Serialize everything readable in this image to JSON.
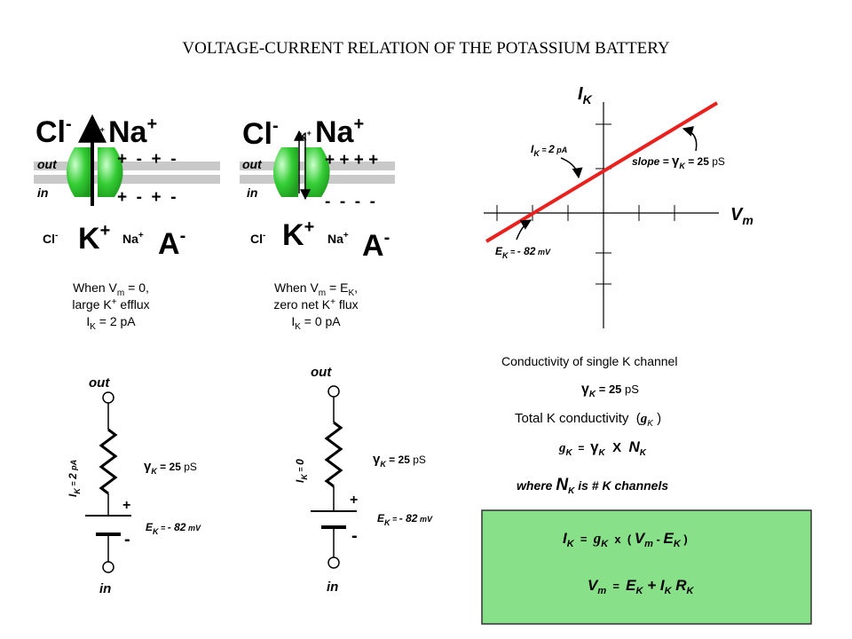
{
  "title": "VOLTAGE-CURRENT RELATION OF THE POTASSIUM BATTERY",
  "colors": {
    "membrane": "#c9c9c9",
    "channel_green": "#33cc33",
    "channel_highlight": "#ccffcc",
    "red_line": "#e8211f",
    "box_fill": "#88e088",
    "box_border": "#333333",
    "out_in_text": "#333333"
  },
  "ions": {
    "cl": "Cl",
    "na": "Na",
    "k": "K",
    "a": "A",
    "minus": "-",
    "plus": "+"
  },
  "membrane_labels": {
    "out": "out",
    "in": "in"
  },
  "panel_left": {
    "charges_top": "+  -  +  -",
    "charges_bottom": "+  -  +  -",
    "caption": {
      "l1_a": "When V",
      "l1_sub": "m",
      "l1_b": " = 0,",
      "l2_a": "large K",
      "l2_sup": "+",
      "l2_b": " efflux",
      "l3_a": "I",
      "l3_sub": "K",
      "l3_b": " = 2 pA"
    }
  },
  "panel_right": {
    "charges_top": "+ + + +",
    "charges_bottom": "-  -  -  -",
    "caption": {
      "l1_a": "When V",
      "l1_sub": "m",
      "l1_b": " = E",
      "l1_sub2": "K",
      "l1_c": ",",
      "l2_a": "zero net K",
      "l2_sup": "+",
      "l2_b": " flux",
      "l3_a": "I",
      "l3_sub": "K",
      "l3_b": " = 0 pA"
    }
  },
  "graph": {
    "y_label_main": "I",
    "y_label_sub": "K",
    "x_label_main": "V",
    "x_label_sub": "m",
    "current_main": "I",
    "current_sub": "K",
    "current_eq": " = ",
    "current_val": "2",
    "current_unit": " pA",
    "slope_text": "slope = ",
    "slope_gamma": "γ",
    "slope_sub": "K",
    "slope_val": " = 25 ",
    "slope_unit": "pS",
    "ek_main": "E",
    "ek_sub": "K",
    "ek_eq": " = ",
    "ek_val": "- 82",
    "ek_unit": " mV"
  },
  "circuit_left": {
    "out": "out",
    "in": "in",
    "current_main": "I",
    "current_sub": "K",
    "current_eq": " = ",
    "current_val": "2 ",
    "current_unit": "pA",
    "gamma": "γ",
    "gamma_sub": "K",
    "gamma_val": " = 25 ",
    "gamma_unit": "pS",
    "ek_main": "E",
    "ek_sub": "K",
    "ek_eq": " = ",
    "ek_val": "- 82",
    "ek_unit": " mV",
    "plus": "+",
    "minus": "-"
  },
  "circuit_right": {
    "out": "out",
    "in": "in",
    "current_main": "I",
    "current_sub": "K",
    "current_eq": " = ",
    "current_val": "0",
    "gamma": "γ",
    "gamma_sub": "K",
    "gamma_val": " = 25 ",
    "gamma_unit": "pS",
    "ek_main": "E",
    "ek_sub": "K",
    "ek_eq": " = ",
    "ek_val": "- 82",
    "ek_unit": " mV",
    "plus": "+",
    "minus": "-"
  },
  "notes": {
    "single_title": "Conductivity of single K channel",
    "single_gamma": "γ",
    "single_sub": "K",
    "single_eq": " = 25 ",
    "single_unit": "pS",
    "total_title": "Total K conductivity  (",
    "total_g": "g",
    "total_sub": "K",
    "total_close": " )",
    "eq_g": "g",
    "eq_g_sub": "K",
    "eq_eq": "  =  ",
    "eq_gamma": "γ",
    "eq_gamma_sub": "K",
    "eq_x": "  X  ",
    "eq_n": "N",
    "eq_n_sub": "K",
    "where_a": "where ",
    "where_n": "N",
    "where_sub": "K",
    "where_b": " is # K channels"
  },
  "box": {
    "l1_i": "I",
    "l1_i_sub": "K",
    "l1_eq": "  =  ",
    "l1_g": "g",
    "l1_g_sub": "K",
    "l1_x": "  x  ( ",
    "l1_v": "V",
    "l1_v_sub": "m",
    "l1_minus": " - ",
    "l1_e": "E",
    "l1_e_sub": "K",
    "l1_close": " )",
    "l2_v": "V",
    "l2_v_sub": "m",
    "l2_eq": "  =  ",
    "l2_e": "E",
    "l2_e_sub": "K",
    "l2_plus": " + ",
    "l2_i": "I",
    "l2_i_sub": "K",
    "l2_sp": " ",
    "l2_r": "R",
    "l2_r_sub": "K"
  }
}
